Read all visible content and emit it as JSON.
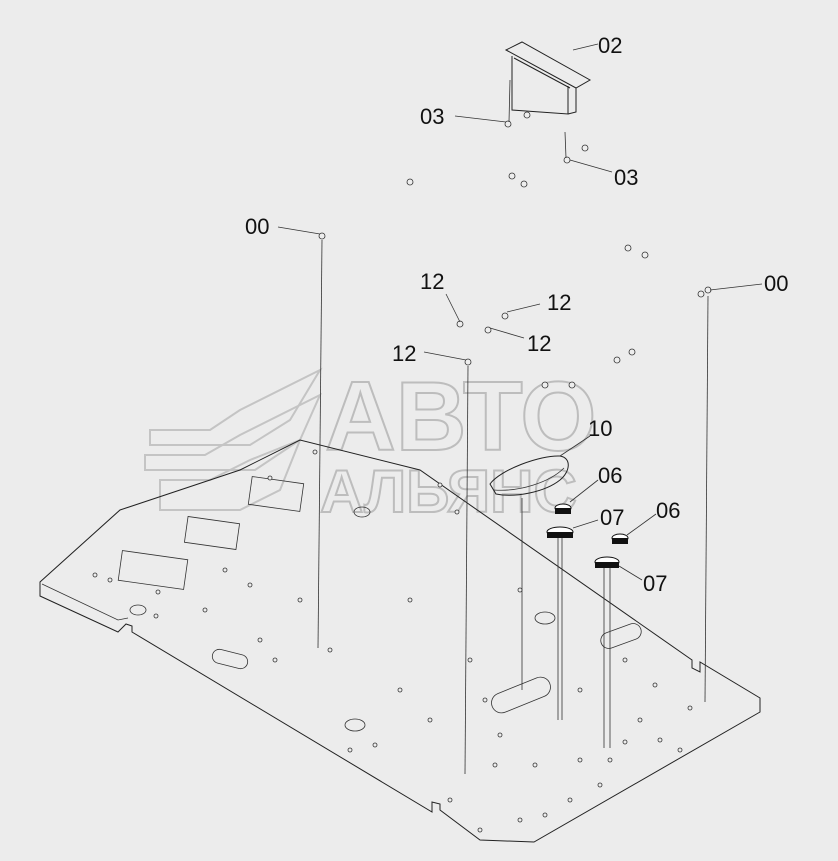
{
  "watermark": {
    "line1": "АВТО",
    "line2": "АЛЬЯНС"
  },
  "callouts": [
    {
      "id": "c-02-top",
      "text": "02"
    },
    {
      "id": "c-03-left",
      "text": "03"
    },
    {
      "id": "c-03-right",
      "text": "03"
    },
    {
      "id": "c-00-left",
      "text": "00"
    },
    {
      "id": "c-00-right",
      "text": "00"
    },
    {
      "id": "c-12-a",
      "text": "12"
    },
    {
      "id": "c-12-b",
      "text": "12"
    },
    {
      "id": "c-12-c",
      "text": "12"
    },
    {
      "id": "c-12-d",
      "text": "12"
    },
    {
      "id": "c-10",
      "text": "10"
    },
    {
      "id": "c-06-a",
      "text": "06"
    },
    {
      "id": "c-06-b",
      "text": "06"
    },
    {
      "id": "c-07-a",
      "text": "07"
    },
    {
      "id": "c-07-b",
      "text": "07"
    }
  ]
}
